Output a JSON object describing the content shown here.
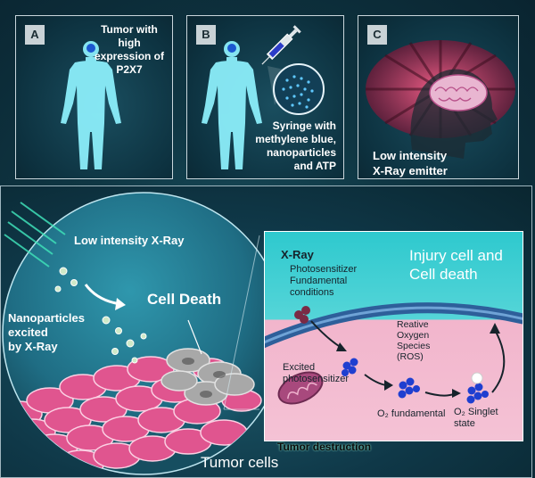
{
  "panel_a": {
    "letter": "A",
    "caption_lines": [
      "Tumor with high",
      "expression of",
      "P2X7"
    ]
  },
  "panel_b": {
    "letter": "B",
    "caption_lines": [
      "Syringe with",
      "methylene blue,",
      "nanoparticles",
      "and ATP"
    ]
  },
  "panel_c": {
    "letter": "C",
    "caption_lines": [
      "Low intensity",
      "X-Ray emitter"
    ]
  },
  "main": {
    "low_intensity_xray": "Low intensity X-Ray",
    "cell_death": "Cell Death",
    "nanoparticles_lines": [
      "Nanoparticles",
      "excited",
      "by X-Ray"
    ],
    "tumor_destruction": "Tumor destruction",
    "tumor_cells": "Tumor cells"
  },
  "inset": {
    "xray": "X-Ray",
    "photosensitizer_lines": [
      "Photosensitizer",
      "Fundamental",
      "conditions"
    ],
    "injury_lines": [
      "Injury cell and",
      "Cell death"
    ],
    "ros_lines": [
      "Reative",
      "Oxygen",
      "Species",
      "(ROS)"
    ],
    "excited_lines": [
      "Excited",
      "photosensitizer"
    ],
    "o2_fundamental": "O₂ fundamental",
    "o2_singlet_lines": [
      "O₂ Singlet",
      "state"
    ]
  },
  "colors": {
    "body_glow": "#8ff3ff",
    "cell_pink": "#e0558f",
    "molecule_blue": "#1f3fd0",
    "membrane": "#2e5f9a",
    "inset_pink": "#f2b5cc"
  }
}
